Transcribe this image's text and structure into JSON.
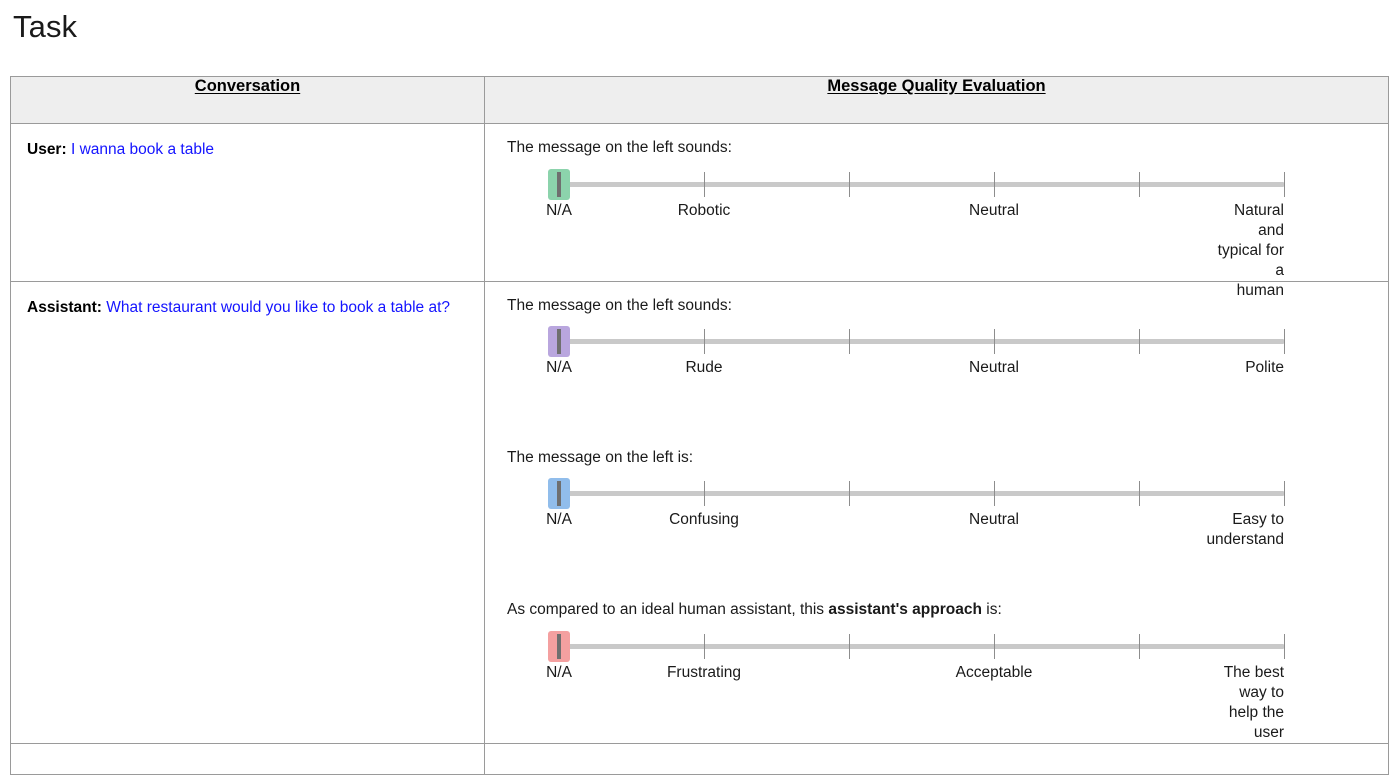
{
  "page": {
    "title": "Task"
  },
  "table": {
    "headers": {
      "conversation": "Conversation",
      "evaluation": "Message Quality Evaluation"
    },
    "rows": [
      {
        "speaker": "User:",
        "utterance": "I wanna book a table",
        "scales": [
          {
            "prompt_plain": "The message on the left sounds:",
            "prompt_pre": "The message on the left sounds:",
            "prompt_bold": "",
            "prompt_post": "",
            "handle_color": "#8cd3ac",
            "handle_color_name": "green",
            "handle_position_index": 0,
            "tick_count": 6,
            "labels": [
              {
                "text": "N/A",
                "tick": 0,
                "align": "center"
              },
              {
                "text": "Robotic",
                "tick": 1,
                "align": "center"
              },
              {
                "text": "Neutral",
                "tick": 3,
                "align": "center"
              },
              {
                "text": "Natural and\ntypical for a\nhuman",
                "tick": 5,
                "align": "right"
              }
            ]
          }
        ]
      },
      {
        "speaker": "Assistant:",
        "utterance": "What restaurant would you like to book a table at?",
        "scales": [
          {
            "prompt_plain": "The message on the left sounds:",
            "prompt_pre": "The message on the left sounds:",
            "prompt_bold": "",
            "prompt_post": "",
            "handle_color": "#b9a6de",
            "handle_color_name": "purple",
            "handle_position_index": 0,
            "tick_count": 6,
            "labels": [
              {
                "text": "N/A",
                "tick": 0,
                "align": "center"
              },
              {
                "text": "Rude",
                "tick": 1,
                "align": "center"
              },
              {
                "text": "Neutral",
                "tick": 3,
                "align": "center"
              },
              {
                "text": "Polite",
                "tick": 5,
                "align": "right"
              }
            ]
          },
          {
            "prompt_plain": "The message on the left is:",
            "prompt_pre": "The message on the left is:",
            "prompt_bold": "",
            "prompt_post": "",
            "handle_color": "#91bdeb",
            "handle_color_name": "blue",
            "handle_position_index": 0,
            "tick_count": 6,
            "labels": [
              {
                "text": "N/A",
                "tick": 0,
                "align": "center"
              },
              {
                "text": "Confusing",
                "tick": 1,
                "align": "center"
              },
              {
                "text": "Neutral",
                "tick": 3,
                "align": "center"
              },
              {
                "text": "Easy to\nunderstand",
                "tick": 5,
                "align": "right"
              }
            ]
          },
          {
            "prompt_plain": "As compared to an ideal human assistant, this assistant's approach is:",
            "prompt_pre": "As compared to an ideal human assistant, this ",
            "prompt_bold": "assistant's approach",
            "prompt_post": " is:",
            "handle_color": "#f4a0a0",
            "handle_color_name": "red",
            "handle_position_index": 0,
            "tick_count": 6,
            "labels": [
              {
                "text": "N/A",
                "tick": 0,
                "align": "center"
              },
              {
                "text": "Frustrating",
                "tick": 1,
                "align": "center"
              },
              {
                "text": "Acceptable",
                "tick": 3,
                "align": "center"
              },
              {
                "text": "The best way to\nhelp the user",
                "tick": 5,
                "align": "right"
              }
            ]
          }
        ]
      },
      {
        "speaker": "",
        "utterance": "",
        "scales": []
      }
    ]
  },
  "geometry": {
    "track_width": 725,
    "tick_spacing": 145
  }
}
